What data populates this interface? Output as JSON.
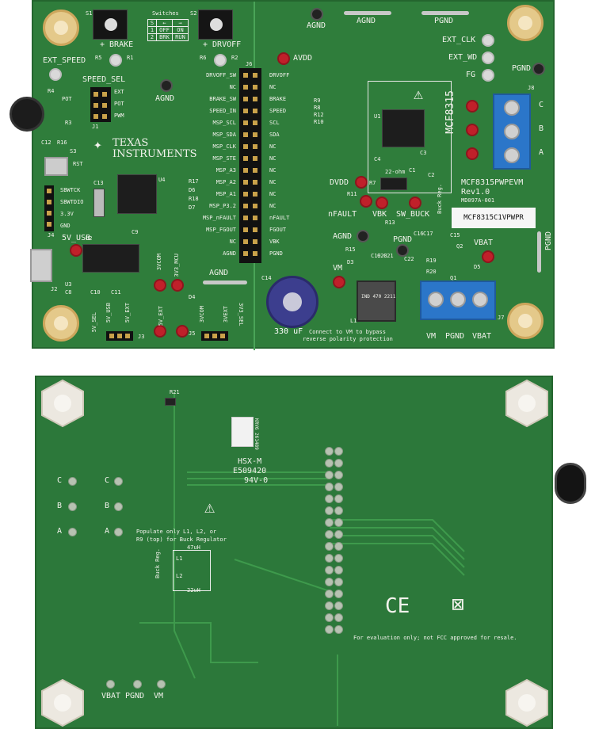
{
  "top_board": {
    "switches": {
      "s1": "S1",
      "s2": "S2",
      "brake": "+ BRAKE",
      "drvoff": "+ DRVOFF",
      "table_title": "Switches",
      "rows": [
        [
          "S",
          "←",
          "→"
        ],
        [
          "1",
          "OFF",
          "ON"
        ],
        [
          "2",
          "BRK",
          "RUN"
        ]
      ]
    },
    "labels": {
      "r5": "R5",
      "r1": "R1",
      "r6": "R6",
      "r2": "R2",
      "agnd_top": "AGND",
      "pgnd_top": "PGND",
      "agnd_left": "AGND",
      "avdd": "AVDD",
      "ext_speed": "EXT_SPEED",
      "speed_sel": "SPEED_SEL",
      "ext": "EXT",
      "pot": "POT",
      "pwm": "PWM",
      "j1": "J1",
      "pot_label": "POT",
      "r4": "R4",
      "r3": "R3",
      "c12": "C12",
      "r16": "R16",
      "s3": "S3",
      "rst": "RST",
      "sbwtck": "SBWTCK",
      "sbwtdio": "SBWTDIO",
      "v33": "3.3V",
      "gnd": "GND",
      "j4": "J4",
      "u4": "U4",
      "c13": "C13",
      "r17": "R17",
      "d6": "D6",
      "r18": "R18",
      "d7": "D7",
      "usb5v": "5V_USB",
      "u2": "U2",
      "j2": "J2",
      "c9": "C9",
      "u3": "U3",
      "c8": "C8",
      "c10": "C10",
      "c11": "C11",
      "v3vcom": "3VCOM",
      "v3vmcu": "3V3_MCU",
      "d4": "D4",
      "agnd_mid": "AGND",
      "v5sel": "5V_SEL",
      "v5usb": "5V_USB",
      "v5ext": "5V_EXT",
      "v5ext2": "5V_EXT",
      "j3": "J3",
      "v3vcom2": "3VCOM",
      "v3vext": "3VEXT",
      "j5": "J5",
      "v3sel": "3V3_SEL",
      "j6": "J6",
      "ti_texas": "TEXAS",
      "ti_instr": "INSTRUMENTS",
      "ext_clk": "EXT_CLK",
      "ext_wd": "EXT_WD",
      "fg": "FG",
      "pgnd_right": "PGND",
      "u1": "U1",
      "mcf": "MCF8315",
      "dvdd": "DVDD",
      "r11": "R11",
      "nfault": "nFAULT",
      "r7": "R7",
      "ohms": "22-ohm",
      "vbk": "VBK",
      "sw_buck": "SW_BUCK",
      "r13": "R13",
      "c1": "C1",
      "c2": "C2",
      "c3": "C3",
      "c4": "C4",
      "buck_reg": "Buck Reg.",
      "evm": "MCF8315PWPEVM",
      "rev": "Rev1.0",
      "docnum": "MD097A-001",
      "part_label": "MCF8315C1VPWPR",
      "j8": "J8",
      "phase_c": "C",
      "phase_b": "B",
      "phase_a": "A",
      "agnd_right": "AGND",
      "pgnd_mid": "PGND",
      "vbat": "VBAT",
      "vm": "VM",
      "pgnd_side": "PGND",
      "r15": "R15",
      "d3": "D3",
      "c19": "C19",
      "c20": "C20",
      "c21": "C21",
      "c22": "C22",
      "c16": "C16",
      "c17": "C17",
      "c15": "C15",
      "r19": "R19",
      "r20": "R20",
      "q1": "Q1",
      "q2": "Q2",
      "d5": "D5",
      "c14": "C14",
      "l1": "L1",
      "cap_value": "330 uF",
      "inductor": "IND 470 2211",
      "note1": "Connect to VM to bypass",
      "note2": "reverse polarity protection",
      "j7": "J7",
      "vm_term": "VM",
      "pgnd_term": "PGND",
      "vbat_term": "VBAT",
      "r9": "R9",
      "r8": "R8",
      "r12": "R12",
      "r10": "R10"
    },
    "j6_left": [
      "DRVOFF_SW",
      "NC",
      "BRAKE_SW",
      "SPEED_IN",
      "MSP_SCL",
      "MSP_SDA",
      "MSP_CLK",
      "MSP_STE",
      "MSP_A3",
      "MSP_A2",
      "MSP_A1",
      "MSP_P3.2",
      "MSP_nFAULT",
      "MSP_FGOUT",
      "NC",
      "AGND"
    ],
    "j6_right": [
      "DRVOFF",
      "NC",
      "BRAKE",
      "SPEED",
      "SCL",
      "SDA",
      "NC",
      "NC",
      "NC",
      "NC",
      "NC",
      "NC",
      "nFAULT",
      "FGOUT",
      "VBK",
      "PGND"
    ]
  },
  "bottom_board": {
    "labels": {
      "r21": "R21",
      "hsx": "HSX-M",
      "e509": "E509420",
      "rating": "94V-0",
      "qr": "KRV6 261489",
      "c": "C",
      "b": "B",
      "a": "A",
      "note1": "Populate only L1, L2, or",
      "note2": "R9 (top) for Buck Regulator",
      "buck_reg": "Buck Reg.",
      "l1": "L1",
      "l2": "L2",
      "uh47": "47uH",
      "uh22": "22uH",
      "vbat": "VBAT",
      "pgnd": "PGND",
      "vm": "VM",
      "fcc": "For evaluation only; not FCC approved for resale.",
      "ce": "CE"
    }
  },
  "colors": {
    "pcb": "#2f7d3b",
    "silk": "#f2f2ec",
    "terminal": "#2b76c9",
    "testpoint_red": "#c0202a"
  }
}
